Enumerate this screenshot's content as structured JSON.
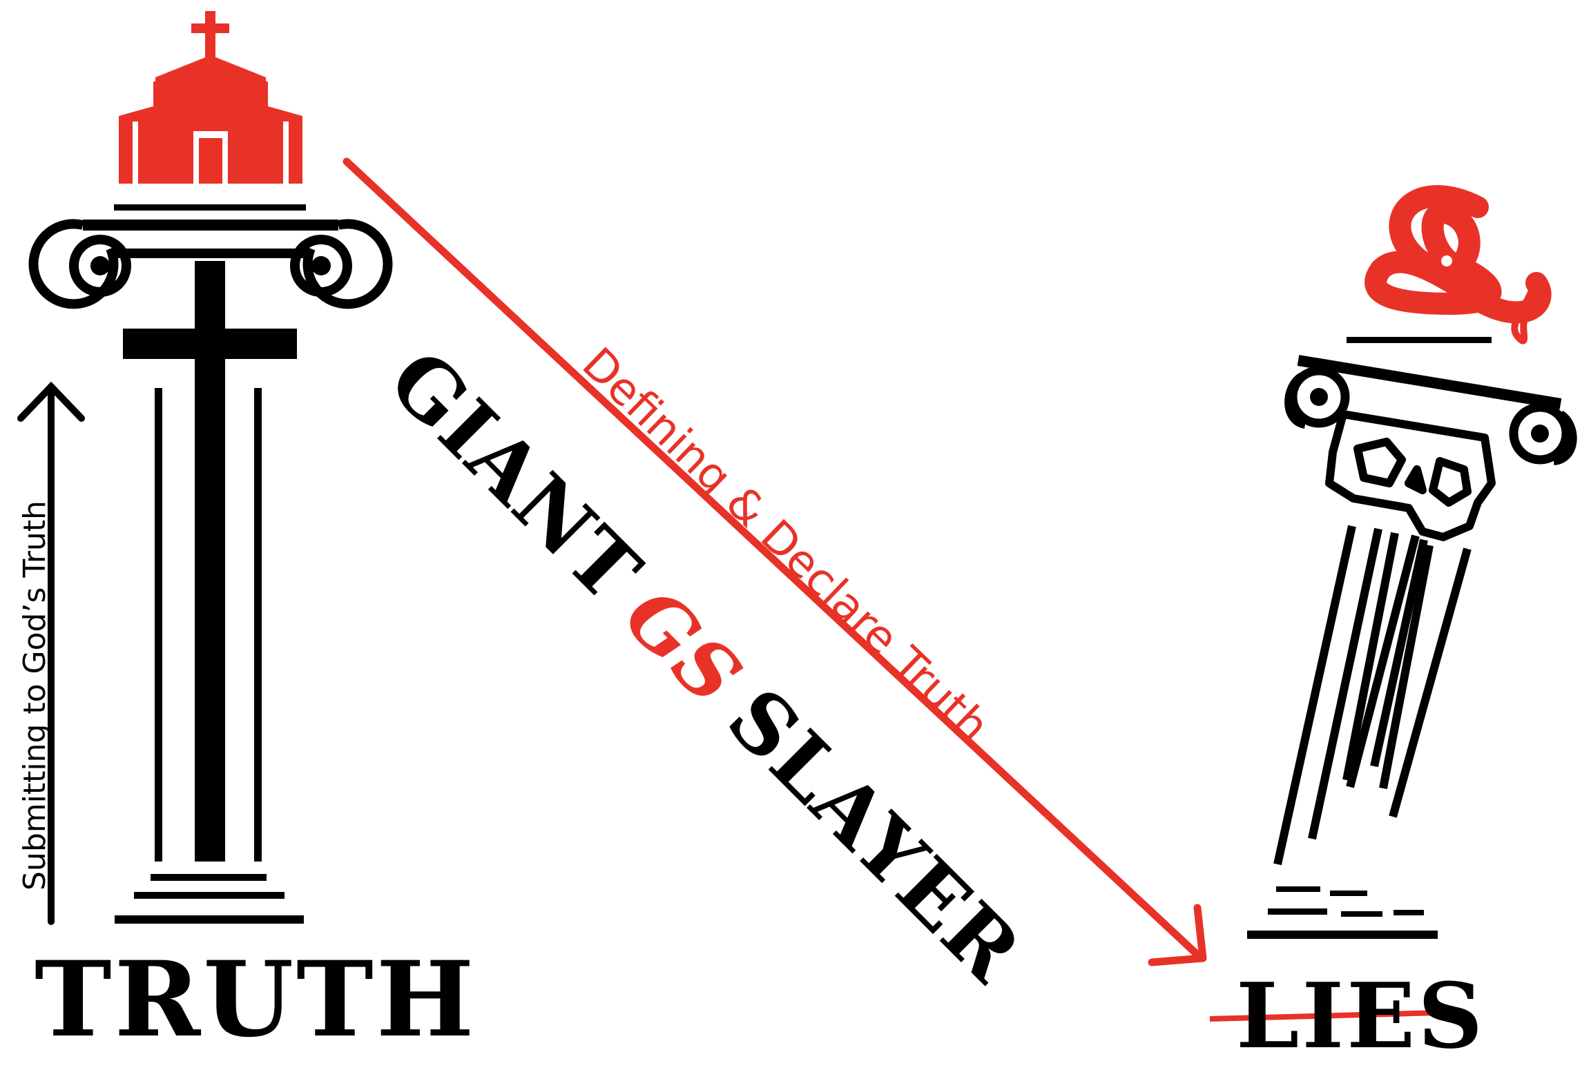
{
  "left_pillar": {
    "label": "TRUTH",
    "icon": "church-icon",
    "accent": "#e83228"
  },
  "right_pillar": {
    "label": "LIES",
    "icon": "serpent-icon",
    "capital_icon": "skull-icon",
    "accent": "#e83228"
  },
  "side_arrow": {
    "label": "Submitting to God’s Truth"
  },
  "diagonal_arrow": {
    "label": "Defining & Declare Truth",
    "color": "#e83228"
  },
  "title": {
    "word1": "GIANT",
    "logo": "GS",
    "word2": "SLAYER"
  }
}
